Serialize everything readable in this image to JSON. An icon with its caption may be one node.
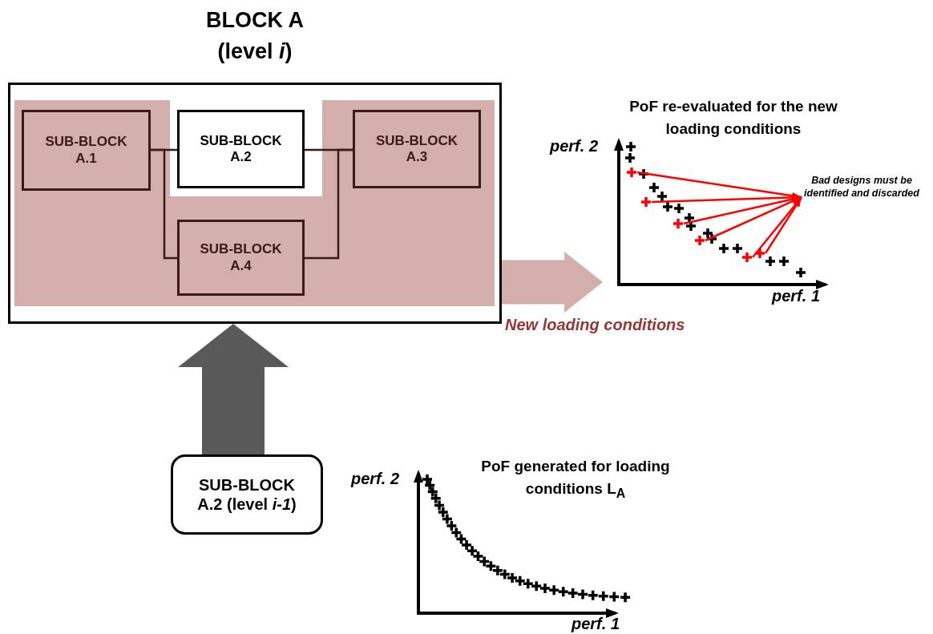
{
  "diagram": {
    "nodes": [
      {
        "text": [
          "BLOCK A (level *i*)"
        ]
      },
      {
        "text": [
          "SUB-BLOCK A.1"
        ],
        "in": 0
      },
      {
        "text": [
          "SUB-BLOCK A.2"
        ],
        "in": 0
      },
      {
        "text": [
          "SUB-BLOCK A.3"
        ],
        "in": 0
      },
      {
        "text": [
          "SUB-BLOCK A.4"
        ],
        "in": 0
      },
      {
        "text": [
          "PoF re-evaluated for the new loading conditions"
        ]
      },
      {
        "text": [],
        "shape": "plus",
        "in": 5
      },
      {
        "text": [],
        "shape": "plus",
        "in": 5
      },
      {
        "text": [],
        "shape": "plus",
        "in": 5
      },
      {
        "text": [],
        "shape": "plus",
        "in": 5
      },
      {
        "text": [],
        "shape": "plus",
        "in": 5
      },
      {
        "text": [],
        "shape": "plus",
        "in": 5
      },
      {
        "text": [
          "Bad designs must be identified and discarded"
        ]
      },
      {
        "text": [
          "SUB-BLOCK A.2 (level *i-1*)"
        ]
      },
      {
        "text": [
          "PoF generated for loading conditions L$_{A}$"
        ]
      }
    ],
    "edges": [
      {
        "from": 1,
        "to": 2,
        "arrow": "none",
        "color": "#3a1a14"
      },
      {
        "from": 1,
        "to": 4,
        "arrow": "none",
        "color": "#3a1a14"
      },
      {
        "from": 2,
        "to": 3,
        "arrow": "none",
        "color": "#3a1a14"
      },
      {
        "from": 4,
        "to": 3,
        "arrow": "none",
        "color": "#3a1a14"
      },
      {
        "from": 0,
        "to": 5,
        "arrow": "to",
        "label": "New loading conditions",
        "style": "thick",
        "color": "#d3aeab"
      },
      {
        "from": 13,
        "to": 0,
        "arrow": "to",
        "style": "thick",
        "color": "#595959"
      },
      {
        "from": 6,
        "to": 12,
        "arrow": "to",
        "color": "#ff0000"
      },
      {
        "from": 7,
        "to": 12,
        "arrow": "to",
        "color": "#ff0000"
      },
      {
        "from": 8,
        "to": 12,
        "arrow": "to",
        "color": "#ff0000"
      },
      {
        "from": 9,
        "to": 12,
        "arrow": "to",
        "color": "#ff0000"
      },
      {
        "from": 10,
        "to": 12,
        "arrow": "to",
        "color": "#ff0000"
      },
      {
        "from": 11,
        "to": 12,
        "arrow": "to",
        "color": "#ff0000"
      }
    ],
    "labels": [
      "perf. 2",
      "perf. 1",
      "perf. 2",
      "perf. 1"
    ]
  }
}
